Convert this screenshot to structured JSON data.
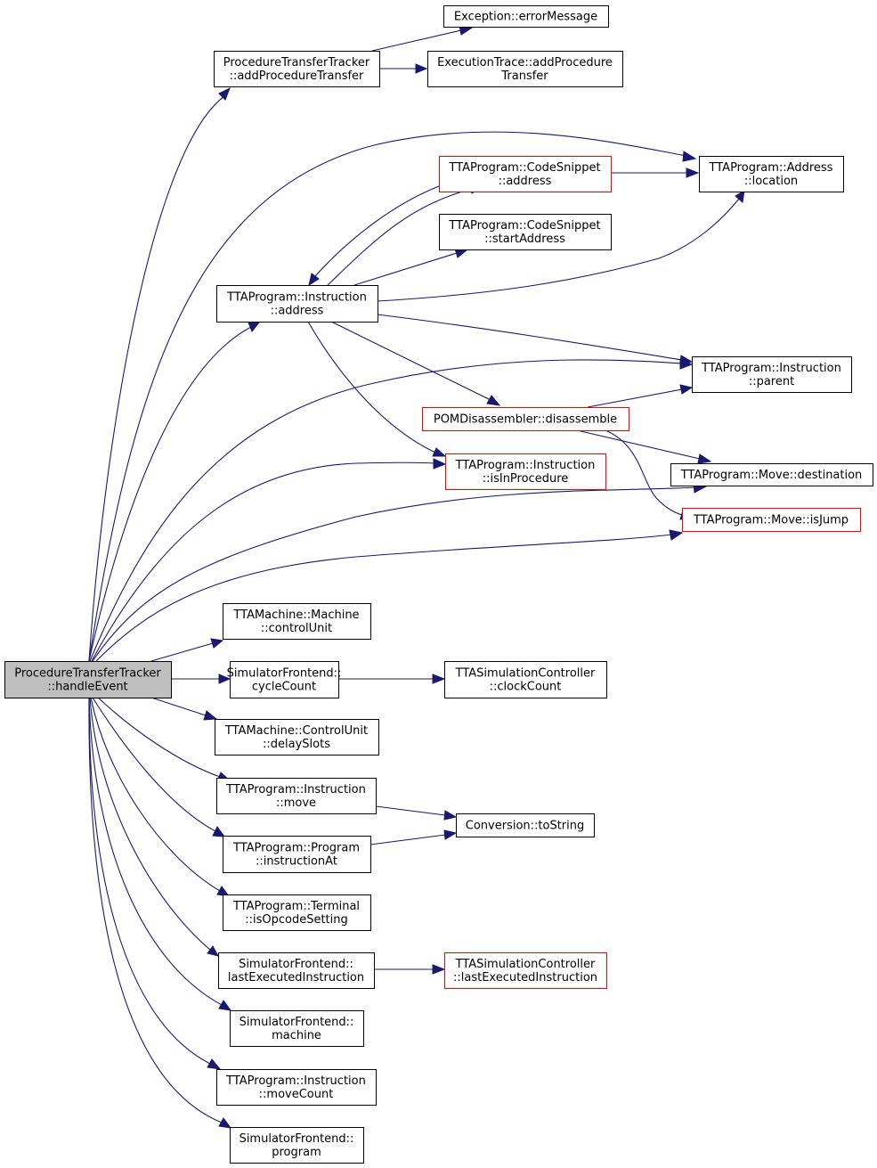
{
  "colors": {
    "edge": "#191970",
    "root_fill": "#bfbfbf",
    "node_border": "#000000",
    "incomplete_border": "#ff0000"
  },
  "nodes": {
    "n0": {
      "lines": [
        "ProcedureTransferTracker",
        "::handleEvent"
      ]
    },
    "n1": {
      "lines": [
        "ProcedureTransferTracker",
        "::addProcedureTransfer"
      ]
    },
    "n2": {
      "lines": [
        "Exception::errorMessage"
      ]
    },
    "n3": {
      "lines": [
        "ExecutionTrace::addProcedure",
        "Transfer"
      ]
    },
    "n4": {
      "lines": [
        "TTAProgram::Address",
        "::location"
      ]
    },
    "n5": {
      "lines": [
        "TTAProgram::Instruction",
        "::address"
      ]
    },
    "n6": {
      "lines": [
        "TTAProgram::CodeSnippet",
        "::address"
      ]
    },
    "n7": {
      "lines": [
        "TTAProgram::CodeSnippet",
        "::startAddress"
      ]
    },
    "n8": {
      "lines": [
        "TTAProgram::Instruction",
        "::parent"
      ]
    },
    "n9": {
      "lines": [
        "POMDisassembler::disassemble"
      ]
    },
    "n10": {
      "lines": [
        "TTAProgram::Instruction",
        "::isInProcedure"
      ]
    },
    "n11": {
      "lines": [
        "TTAProgram::Move::destination"
      ]
    },
    "n12": {
      "lines": [
        "TTAProgram::Move::isJump"
      ]
    },
    "n13": {
      "lines": [
        "TTAMachine::Machine",
        "::controlUnit"
      ]
    },
    "n14": {
      "lines": [
        "SimulatorFrontend::",
        "cycleCount"
      ]
    },
    "n15": {
      "lines": [
        "TTASimulationController",
        "::clockCount"
      ]
    },
    "n16": {
      "lines": [
        "TTAMachine::ControlUnit",
        "::delaySlots"
      ]
    },
    "n17": {
      "lines": [
        "TTAProgram::Instruction",
        "::move"
      ]
    },
    "n18": {
      "lines": [
        "Conversion::toString"
      ]
    },
    "n19": {
      "lines": [
        "TTAProgram::Program",
        "::instructionAt"
      ]
    },
    "n20": {
      "lines": [
        "TTAProgram::Terminal",
        "::isOpcodeSetting"
      ]
    },
    "n21": {
      "lines": [
        "SimulatorFrontend::",
        "lastExecutedInstruction"
      ]
    },
    "n22": {
      "lines": [
        "TTASimulationController",
        "::lastExecutedInstruction"
      ]
    },
    "n23": {
      "lines": [
        "SimulatorFrontend::",
        "machine"
      ]
    },
    "n24": {
      "lines": [
        "TTAProgram::Instruction",
        "::moveCount"
      ]
    },
    "n25": {
      "lines": [
        "SimulatorFrontend::",
        "program"
      ]
    }
  }
}
